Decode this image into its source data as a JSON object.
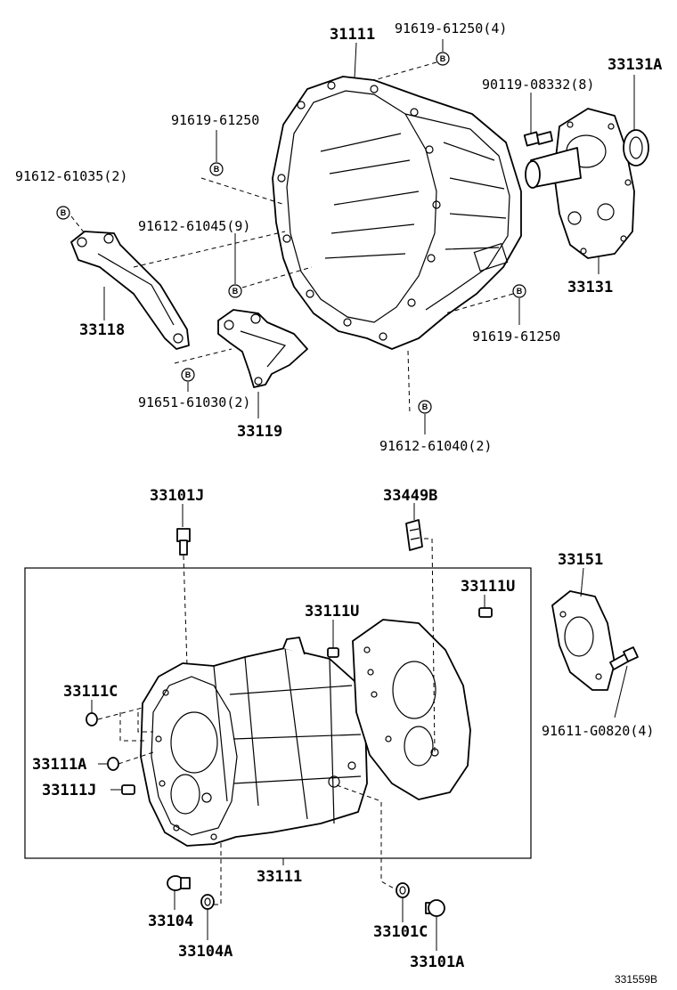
{
  "figure_code": "331559B",
  "bolt_symbol": "B",
  "labels": {
    "p31111_top": "31111",
    "p91619_61250_4": "91619-61250(4)",
    "p33131A": "33131A",
    "p90119_08332_8": "90119-08332(8)",
    "p91619_61250_a": "91619-61250",
    "p91612_61035_2": "91612-61035(2)",
    "p91612_61045_9": "91612-61045(9)",
    "p33118": "33118",
    "p33131": "33131",
    "p91619_61250_b": "91619-61250",
    "p91651_61030_2": "91651-61030(2)",
    "p33119": "33119",
    "p91612_61040_2": "91612-61040(2)",
    "p33101J": "33101J",
    "p33449B": "33449B",
    "p33151": "33151",
    "p33111U_right": "33111U",
    "p33111U_mid": "33111U",
    "p33111C": "33111C",
    "p33111A": "33111A",
    "p33111J": "33111J",
    "p91611_G0820_4": "91611-G0820(4)",
    "p33111_bottom": "33111",
    "p33104": "33104",
    "p33104A": "33104A",
    "p33101C": "33101C",
    "p33101A": "33101A"
  }
}
